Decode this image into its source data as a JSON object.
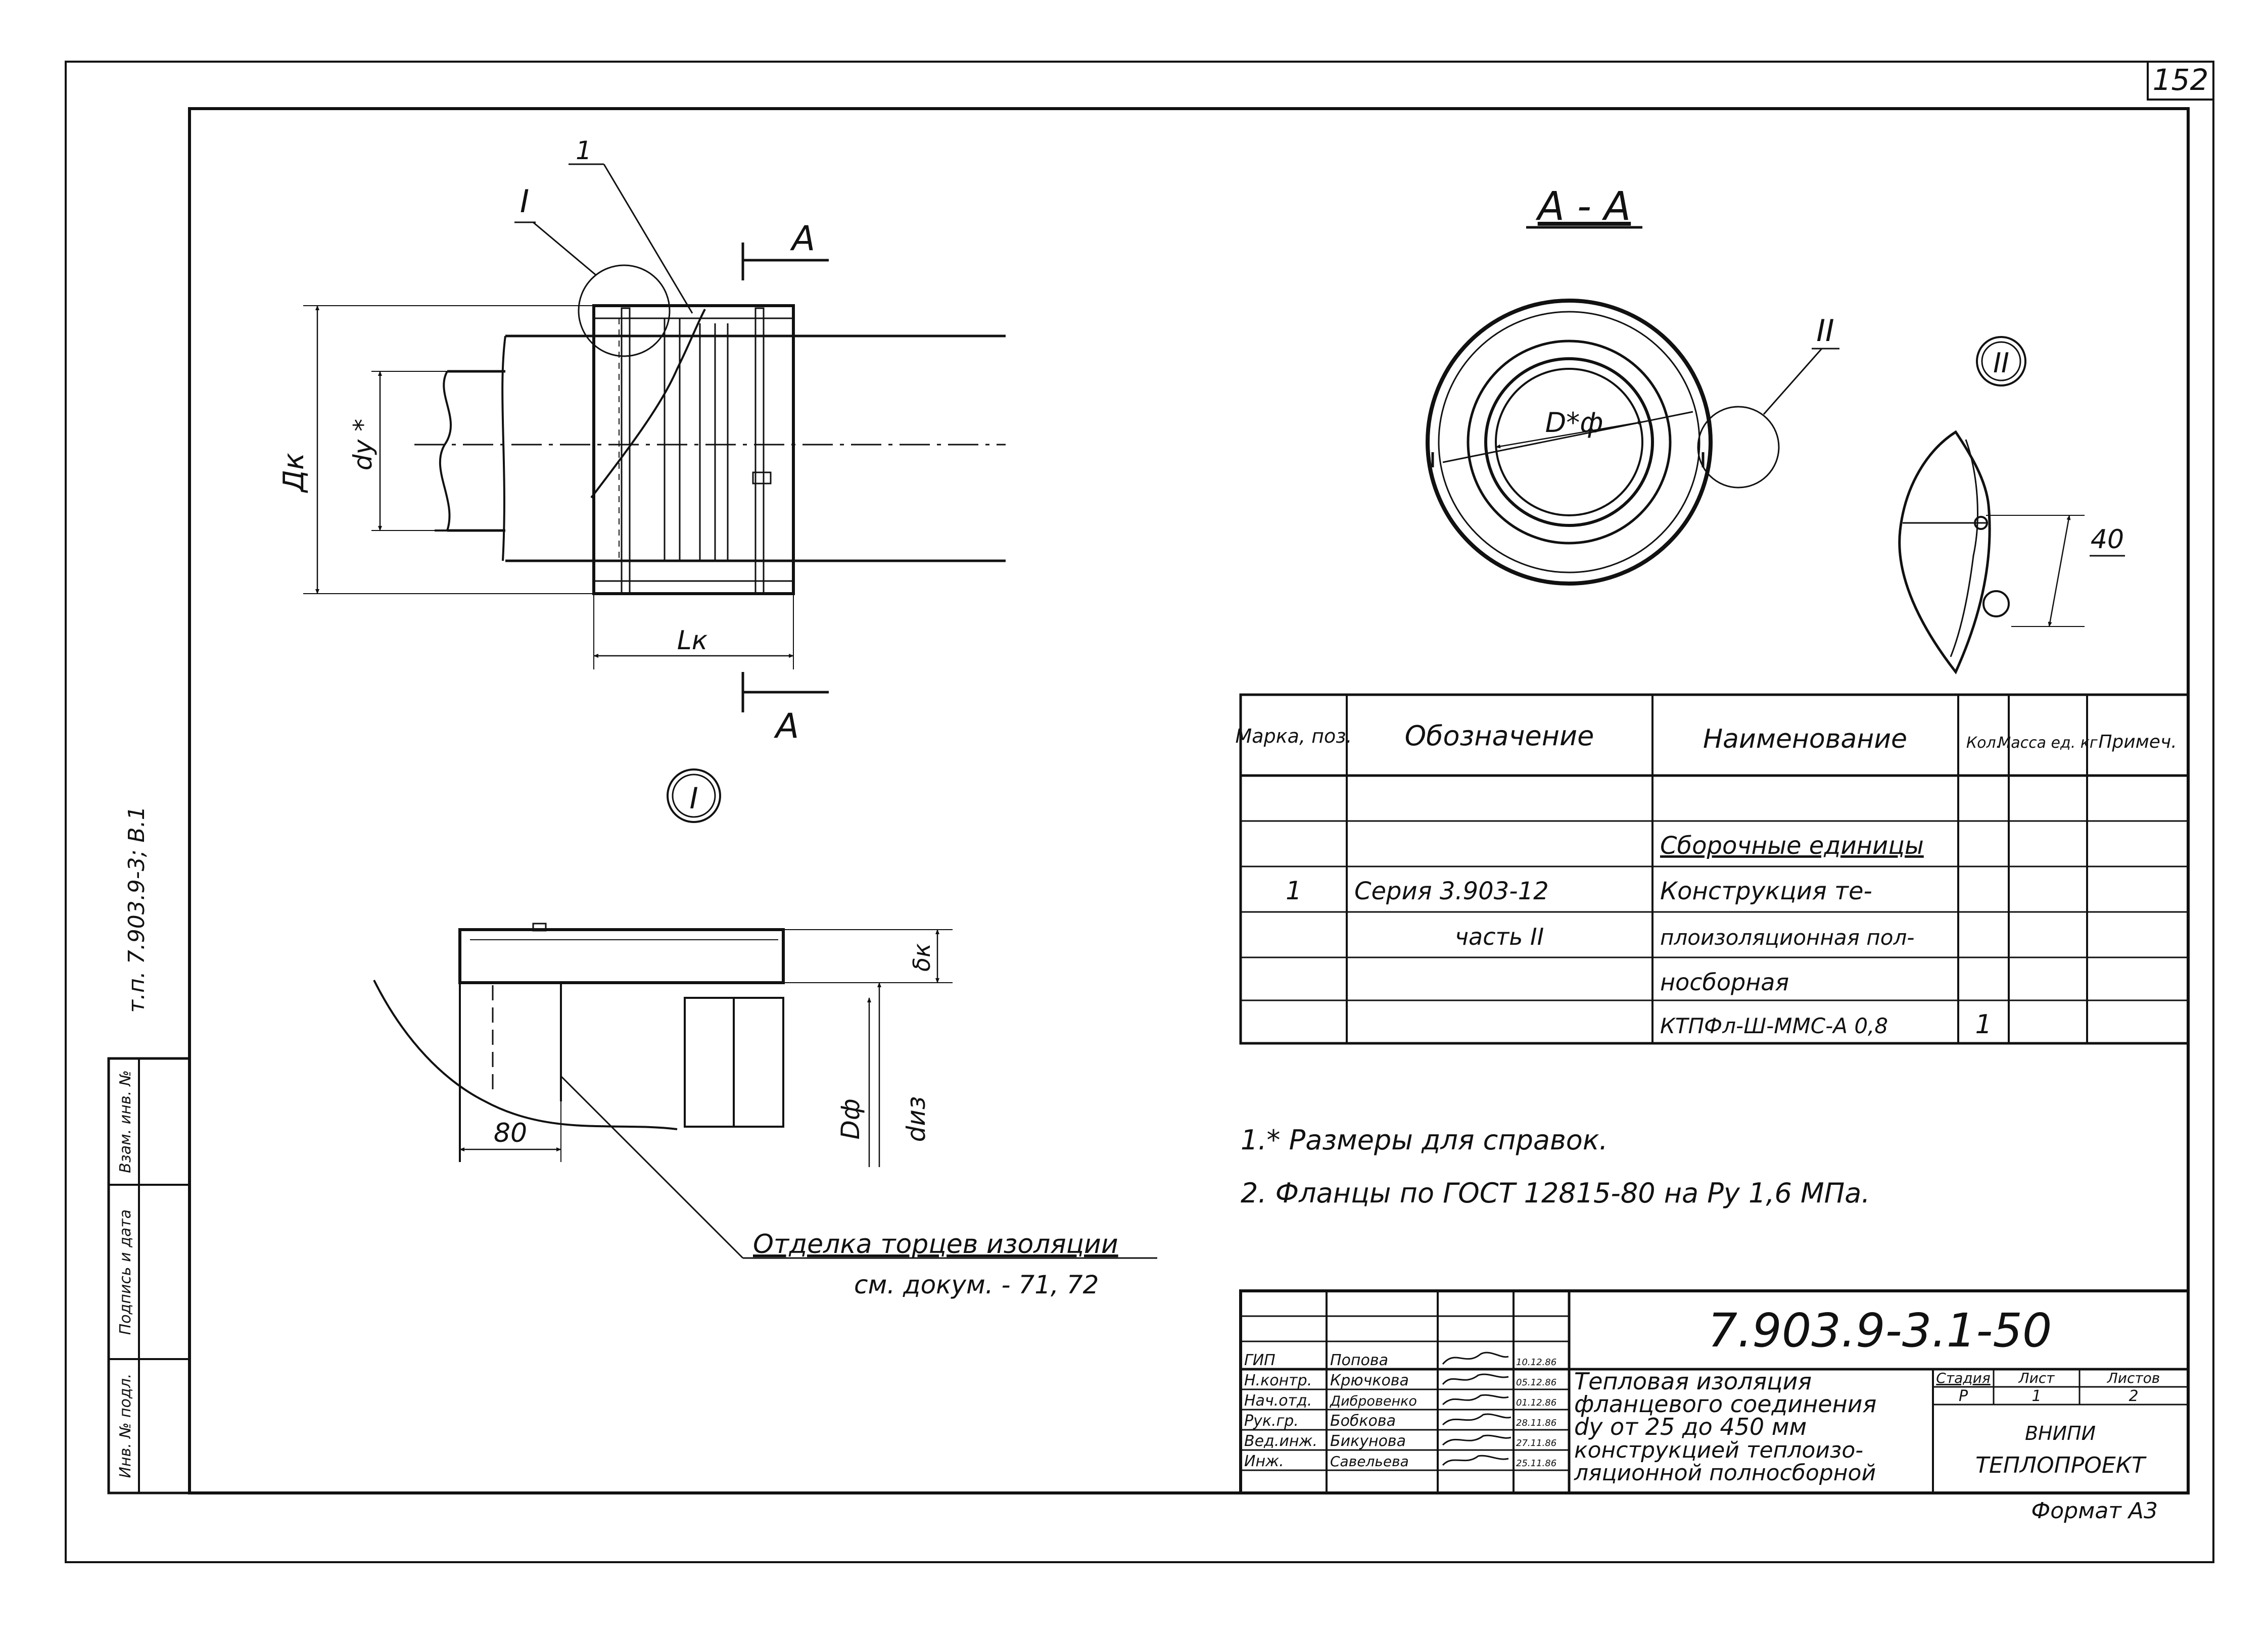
{
  "sheet_number": "152",
  "section_title": "А - А",
  "labels": {
    "callout_I": "I",
    "callout_II": "II",
    "position_1": "1",
    "cut_A_top": "А",
    "cut_A_bottom": "А",
    "dim_Dk": "Дк",
    "dim_dy": "dy *",
    "dim_Lk": "Lк",
    "dim_Df_section": "D*ф",
    "dim_40": "40",
    "dim_80": "80",
    "dim_delta_k": "δк",
    "dim_Df": "Dф",
    "dim_diz": "dиз",
    "note_finish_line1": "Отделка торцев изоляции",
    "note_finish_line2": "см. докум. - 71, 72"
  },
  "side_stamp": {
    "doc_ref": "т.п. 7.903.9-3; В.1",
    "cells": [
      "Инв. № подл.",
      "Подпись и дата",
      "Взам. инв. №"
    ]
  },
  "spec_table": {
    "headers": [
      "Марка, поз.",
      "Обозначение",
      "Наименование",
      "Кол.",
      "Масса ед. кг",
      "Примеч."
    ],
    "rows": [
      [
        "",
        "",
        "",
        "",
        "",
        ""
      ],
      [
        "",
        "",
        "Сборочные единицы",
        "",
        "",
        ""
      ],
      [
        "1",
        "Серия 3.903-12",
        "Конструкция те-",
        "",
        "",
        ""
      ],
      [
        "",
        "часть II",
        "плоизоляционная пол-",
        "",
        "",
        ""
      ],
      [
        "",
        "",
        "носборная",
        "",
        "",
        ""
      ],
      [
        "",
        "",
        "КТПФл-Ш-ММС-А 0,8",
        "1",
        "",
        ""
      ]
    ]
  },
  "notes": [
    "1.* Размеры для справок.",
    "2. Фланцы по ГОСТ 12815-80 на Ру 1,6 МПа."
  ],
  "title_block": {
    "designation": "7.903.9-3.1-50",
    "title_lines": [
      "Тепловая изоляция",
      "фланцевого соединения",
      "dy от 25 до 450 мм",
      "конструкцией теплоизо-",
      "ляционной полносборной"
    ],
    "stage_headers": [
      "Стадия",
      "Лист",
      "Листов"
    ],
    "stage_values": [
      "Р",
      "1",
      "2"
    ],
    "organization_line1": "ВНИПИ",
    "organization_line2": "ТЕПЛОПРОЕКТ",
    "staff": [
      {
        "role": "ГИП",
        "name": "Попова",
        "date": "10.12.86"
      },
      {
        "role": "Н.контр.",
        "name": "Крючкова",
        "date": "05.12.86"
      },
      {
        "role": "Нач.отд.",
        "name": "Дибровенко",
        "date": "01.12.86"
      },
      {
        "role": "Рук.гр.",
        "name": "Бобкова",
        "date": "28.11.86"
      },
      {
        "role": "Вед.инж.",
        "name": "Бикунова",
        "date": "27.11.86"
      },
      {
        "role": "Инж.",
        "name": "Савельева",
        "date": "25.11.86"
      }
    ],
    "format": "Формат А3"
  }
}
